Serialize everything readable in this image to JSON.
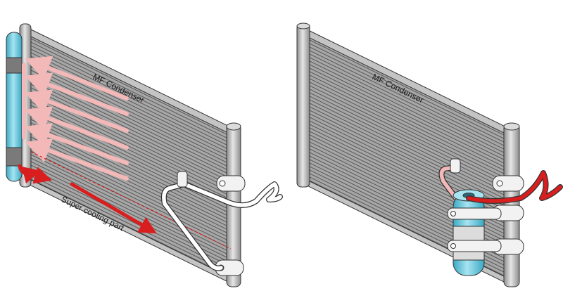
{
  "left": {
    "title": "MF Condenser",
    "subcool_label": "Super cooling part"
  },
  "right": {
    "title": "MF Condenser"
  },
  "colors": {
    "core": "#a7a7a7",
    "fin_line": "#5e5e5e",
    "frame": "#c4c4c4",
    "receiver": "#5ec3d8",
    "flow_light": "#f3b8b8",
    "flow_dark": "#d81e1e",
    "pipe": "#ffffff",
    "outline": "#333333"
  }
}
